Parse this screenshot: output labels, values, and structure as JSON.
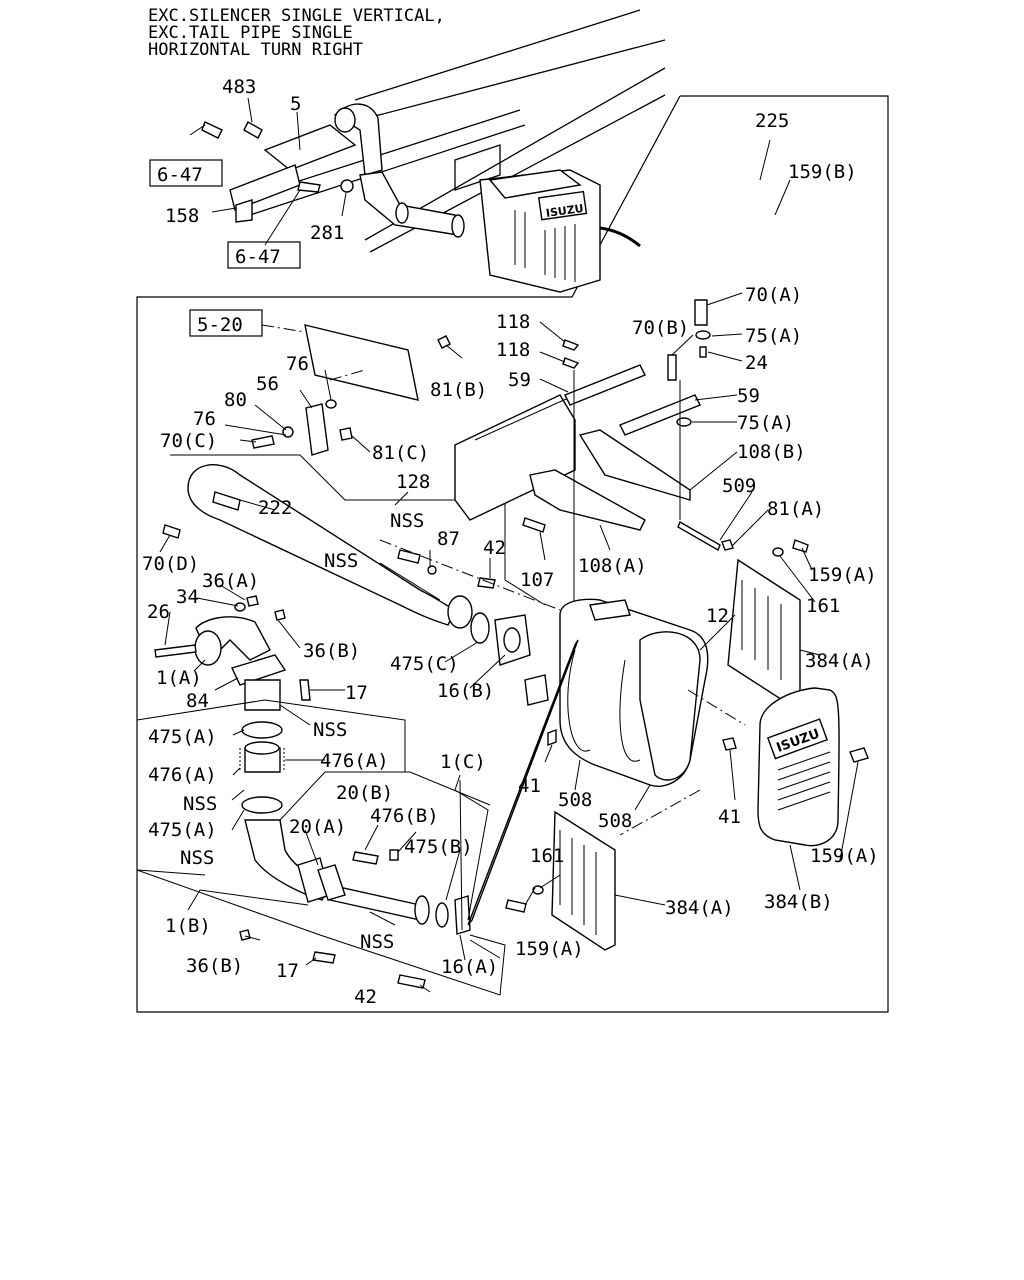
{
  "header": {
    "line1": "EXC.SILENCER SINGLE VERTICAL,",
    "line2": "EXC.TAIL PIPE SINGLE",
    "line3": " HORIZONTAL TURN RIGHT"
  },
  "brand": "ISUZU",
  "refs": {
    "r1": "6-47",
    "r2": "6-47",
    "r3": "5-20"
  },
  "labels": {
    "p483": "483",
    "p5": "5",
    "p158": "158",
    "p281": "281",
    "p225": "225",
    "p159b_top": "159(B)",
    "p70a": "70(A)",
    "p75a_top": "75(A)",
    "p24": "24",
    "p70b": "70(B)",
    "p118a": "118",
    "p118b": "118",
    "p59a": "59",
    "p59b": "59",
    "p75a_mid": "75(A)",
    "p108b": "108(B)",
    "p509": "509",
    "p81a": "81(A)",
    "p81b": "81(B)",
    "p76a": "76",
    "p56": "56",
    "p80": "80",
    "p76b": "76",
    "p70c": "70(C)",
    "p81c": "81(C)",
    "p128": "128",
    "p222": "222",
    "p70d": "70(D)",
    "nss1": "NSS",
    "p87": "87",
    "p42a": "42",
    "p107": "107",
    "p108a": "108(A)",
    "p159a_r": "159(A)",
    "p161a": "161",
    "p384a_r": "384(A)",
    "p12": "12",
    "nss2": "NSS",
    "p36a": "36(A)",
    "p34": "34",
    "p26": "26",
    "p36b_a": "36(B)",
    "p1a": "1(A)",
    "p84": "84",
    "p17a": "17",
    "p475c": "475(C)",
    "p16b": "16(B)",
    "nss3": "NSS",
    "p475a_1": "475(A)",
    "p476a_r": "476(A)",
    "p476a_l": "476(A)",
    "nss4": "NSS",
    "p475a_2": "475(A)",
    "p1c": "1(C)",
    "p41a": "41",
    "p508a": "508",
    "p508b": "508",
    "p41b": "41",
    "p20b": "20(B)",
    "p476b": "476(B)",
    "p475b": "475(B)",
    "p20a": "20(A)",
    "nss5": "NSS",
    "p161b": "161",
    "p159a_br": "159(A)",
    "p1b": "1(B)",
    "nss6": "NSS",
    "p384a_b": "384(A)",
    "p384b": "384(B)",
    "p36b_b": "36(B)",
    "p17b": "17",
    "p16a": "16(A)",
    "p159a_b": "159(A)",
    "p42b": "42"
  }
}
